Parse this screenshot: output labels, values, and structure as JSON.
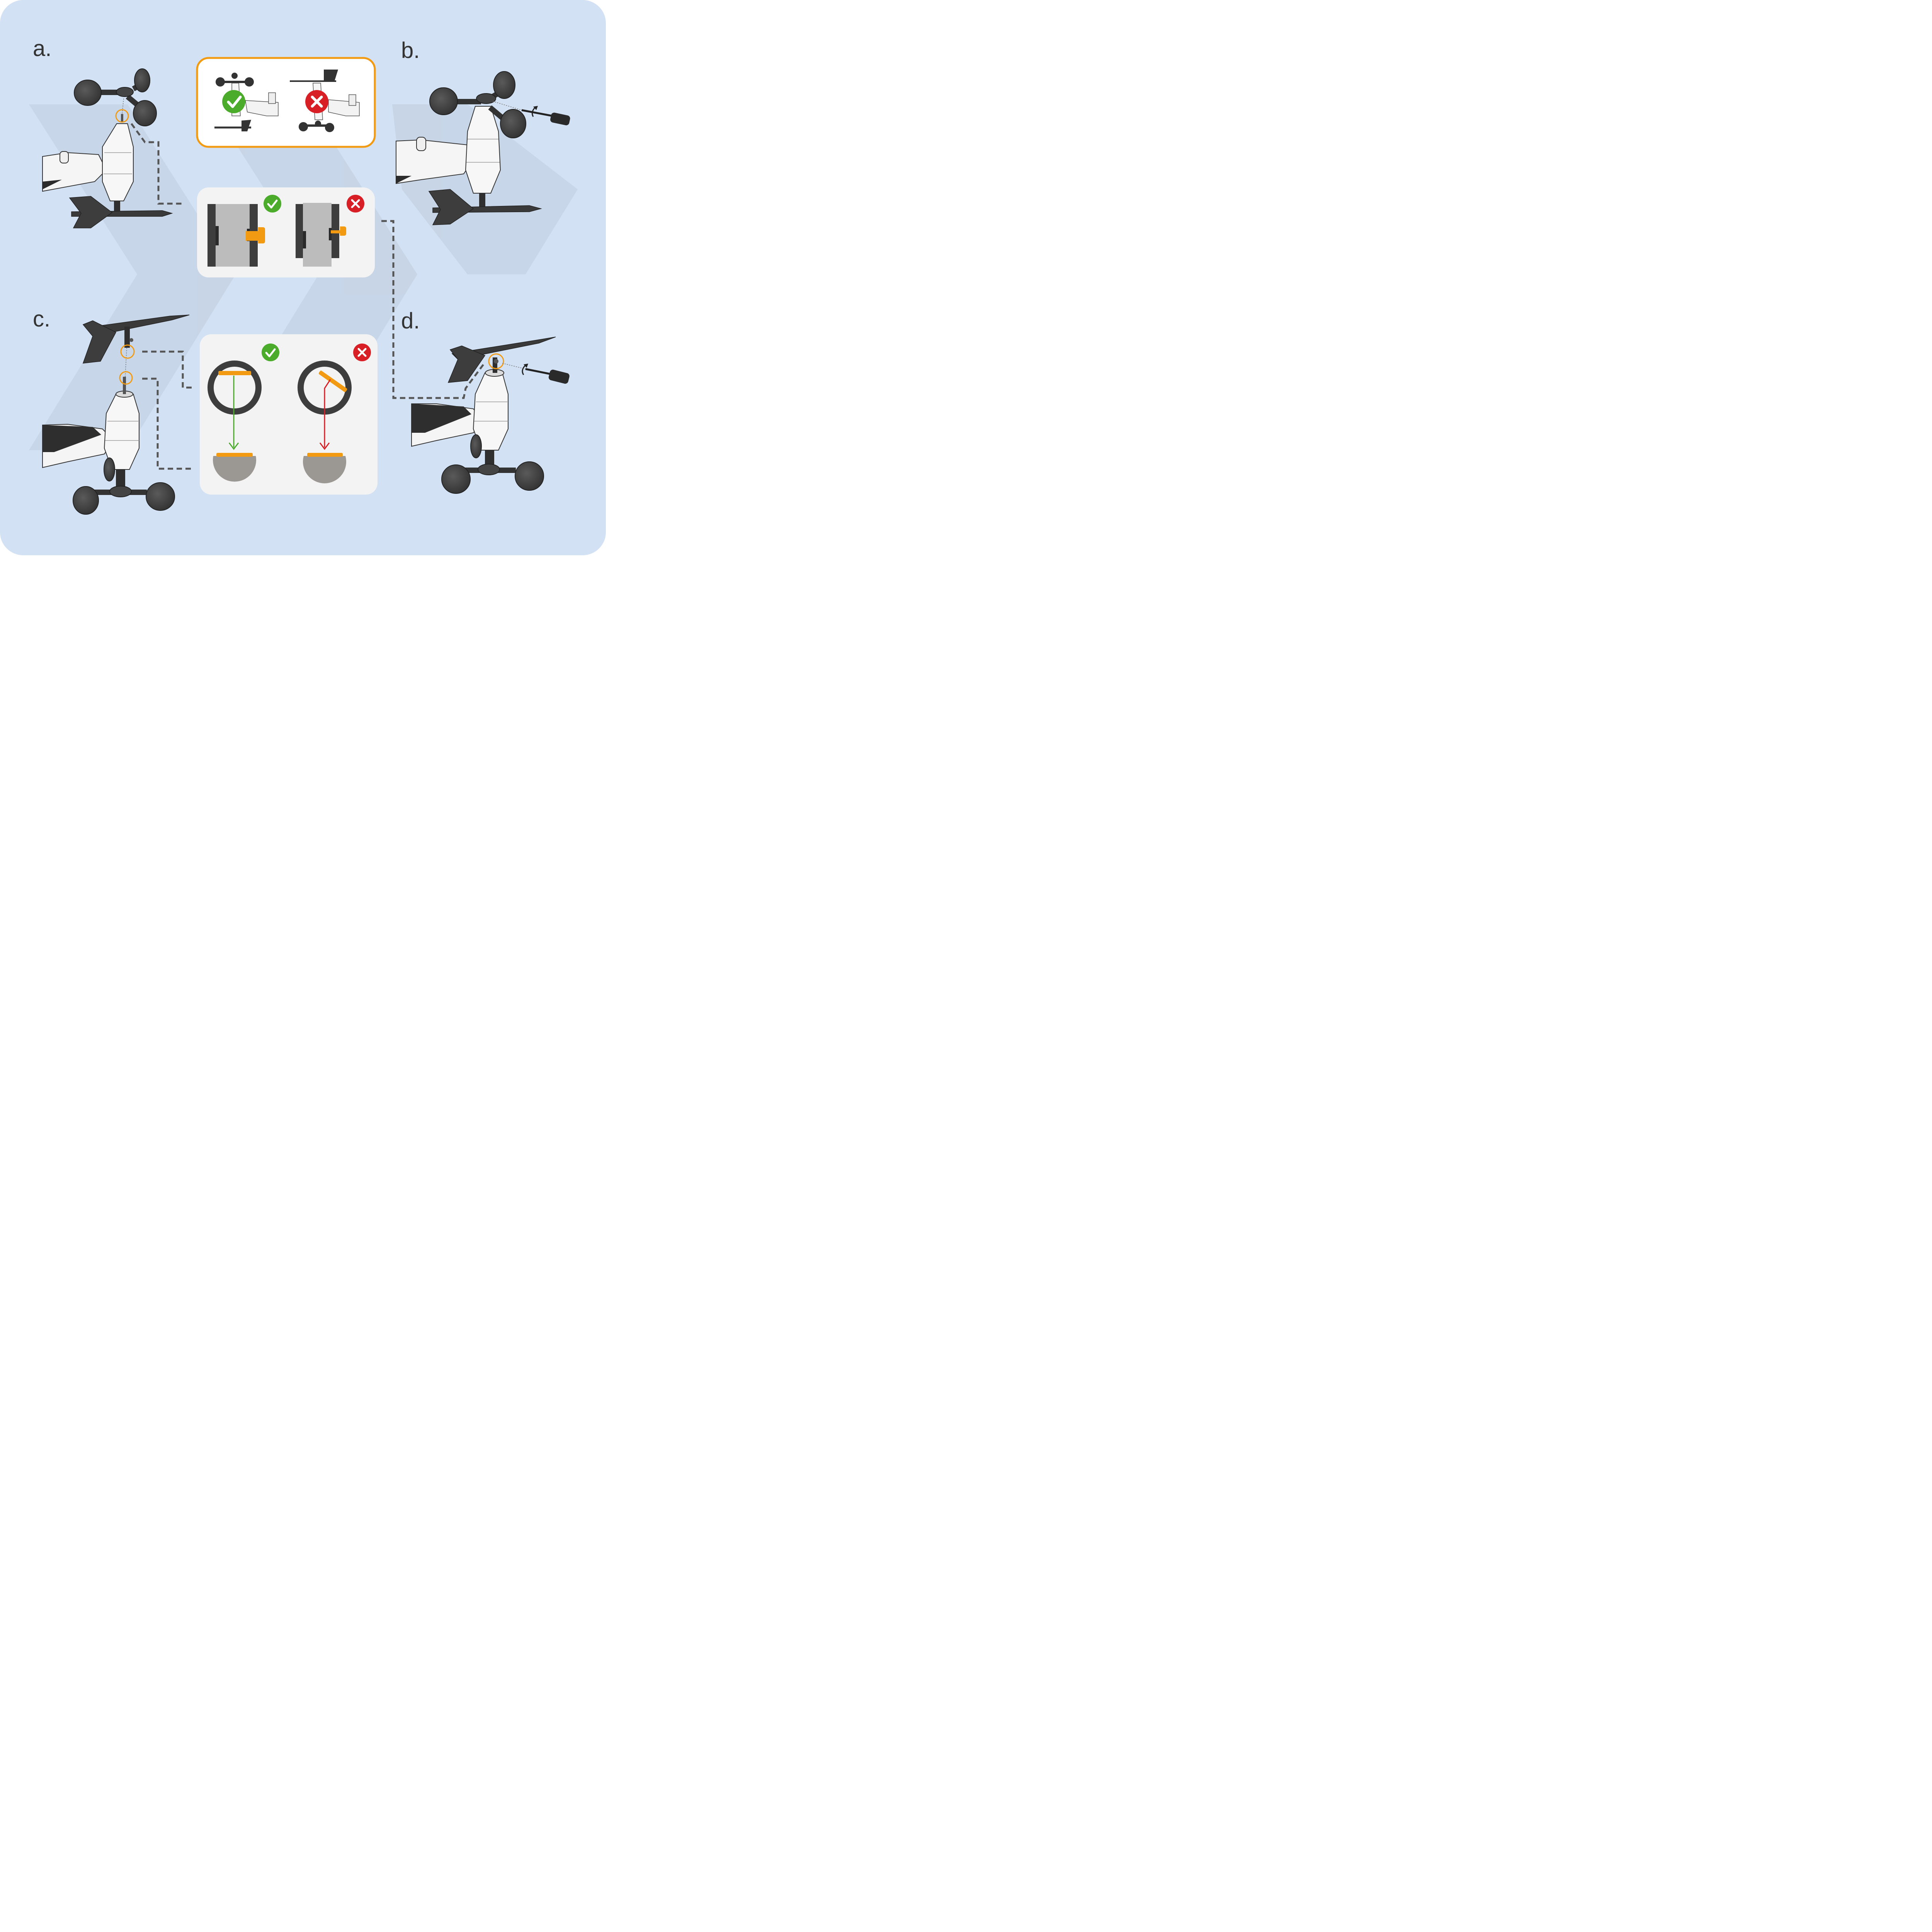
{
  "colors": {
    "background": "#d2e1f3",
    "accent_orange": "#f29b12",
    "ok_green": "#4bab2b",
    "error_red": "#d81f26",
    "dark_part": "#3d3d3d",
    "connector": "#555555"
  },
  "steps": [
    {
      "id": "a",
      "label": "a."
    },
    {
      "id": "b",
      "label": "b."
    },
    {
      "id": "c",
      "label": "c."
    },
    {
      "id": "d",
      "label": "d."
    }
  ],
  "icons": {
    "correct": "check-icon",
    "incorrect": "cross-icon",
    "rotation": "rotate-arrow-icon",
    "tool": "screwdriver-icon"
  }
}
